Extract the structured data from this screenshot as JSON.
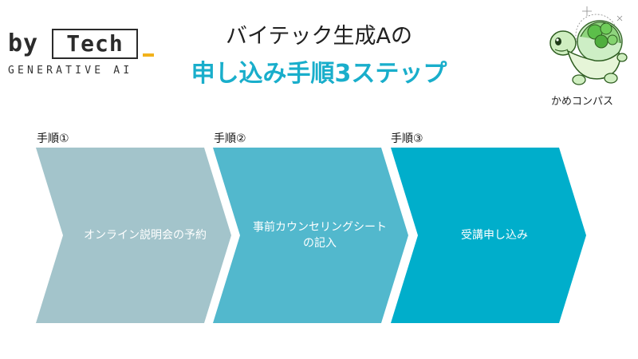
{
  "logo": {
    "by": "by",
    "tech": "Tech",
    "subtitle": "GENERATIVE AI",
    "accent_color": "#f2b21b"
  },
  "title": {
    "line1": "バイテック生成Aの",
    "line2": "申し込み手順3ステップ",
    "accent_color": "#19aecb"
  },
  "mascot": {
    "label": "かめコンパス",
    "icon": "turtle-mascot-icon"
  },
  "steps": [
    {
      "label": "手順①",
      "text": "オンライン説明会の予約",
      "color": "#a3c4cb"
    },
    {
      "label": "手順②",
      "text": "事前カウンセリングシート\nの記入",
      "color": "#52b8cd"
    },
    {
      "label": "手順③",
      "text": "受講申し込み",
      "color": "#00aecb"
    }
  ]
}
